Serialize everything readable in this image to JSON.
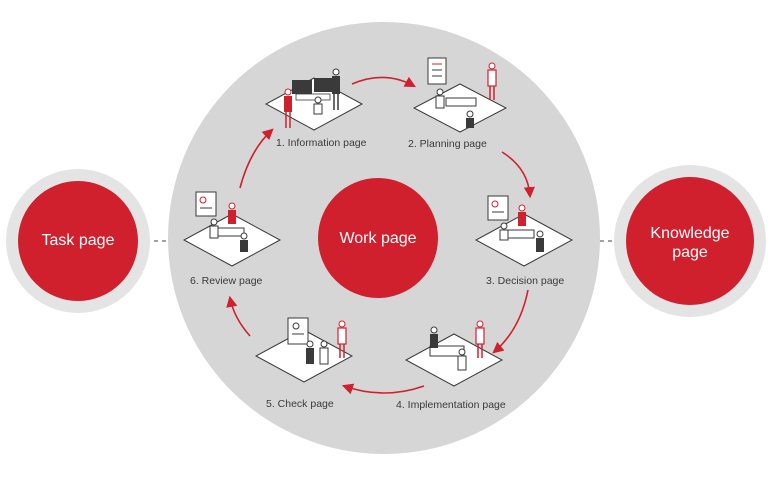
{
  "nodes": {
    "task": "Task page",
    "work": "Work page",
    "knowledge_line1": "Knowledge",
    "knowledge_line2": "page"
  },
  "steps": [
    {
      "label": "1. Information page"
    },
    {
      "label": "2. Planning page"
    },
    {
      "label": "3. Decision page"
    },
    {
      "label": "4. Implementation page"
    },
    {
      "label": "5. Check page"
    },
    {
      "label": "6. Review page"
    }
  ],
  "colors": {
    "accent_red": "#d0202e",
    "ring_grey": "#d6d6d6",
    "outline_dark": "#3a3a3a"
  }
}
